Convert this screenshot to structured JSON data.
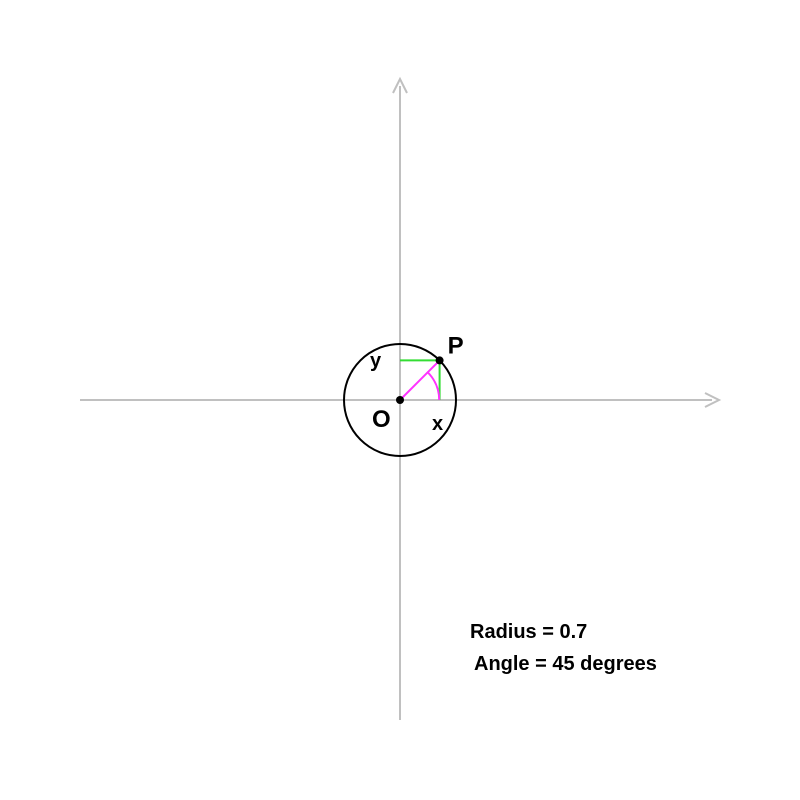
{
  "diagram": {
    "radius": 0.7,
    "angle_degrees": 45,
    "labels": {
      "origin": "O",
      "point": "P",
      "x": "x",
      "y": "y"
    },
    "info": {
      "radius_text": "Radius = 0.7",
      "angle_text": "Angle = 45 degrees"
    },
    "colors": {
      "axes": "#c0c0c0",
      "circle": "#000000",
      "radius_line": "#ff33ff",
      "angle_arc": "#ff33ff",
      "projections": "#33dd33",
      "points": "#000000"
    }
  }
}
